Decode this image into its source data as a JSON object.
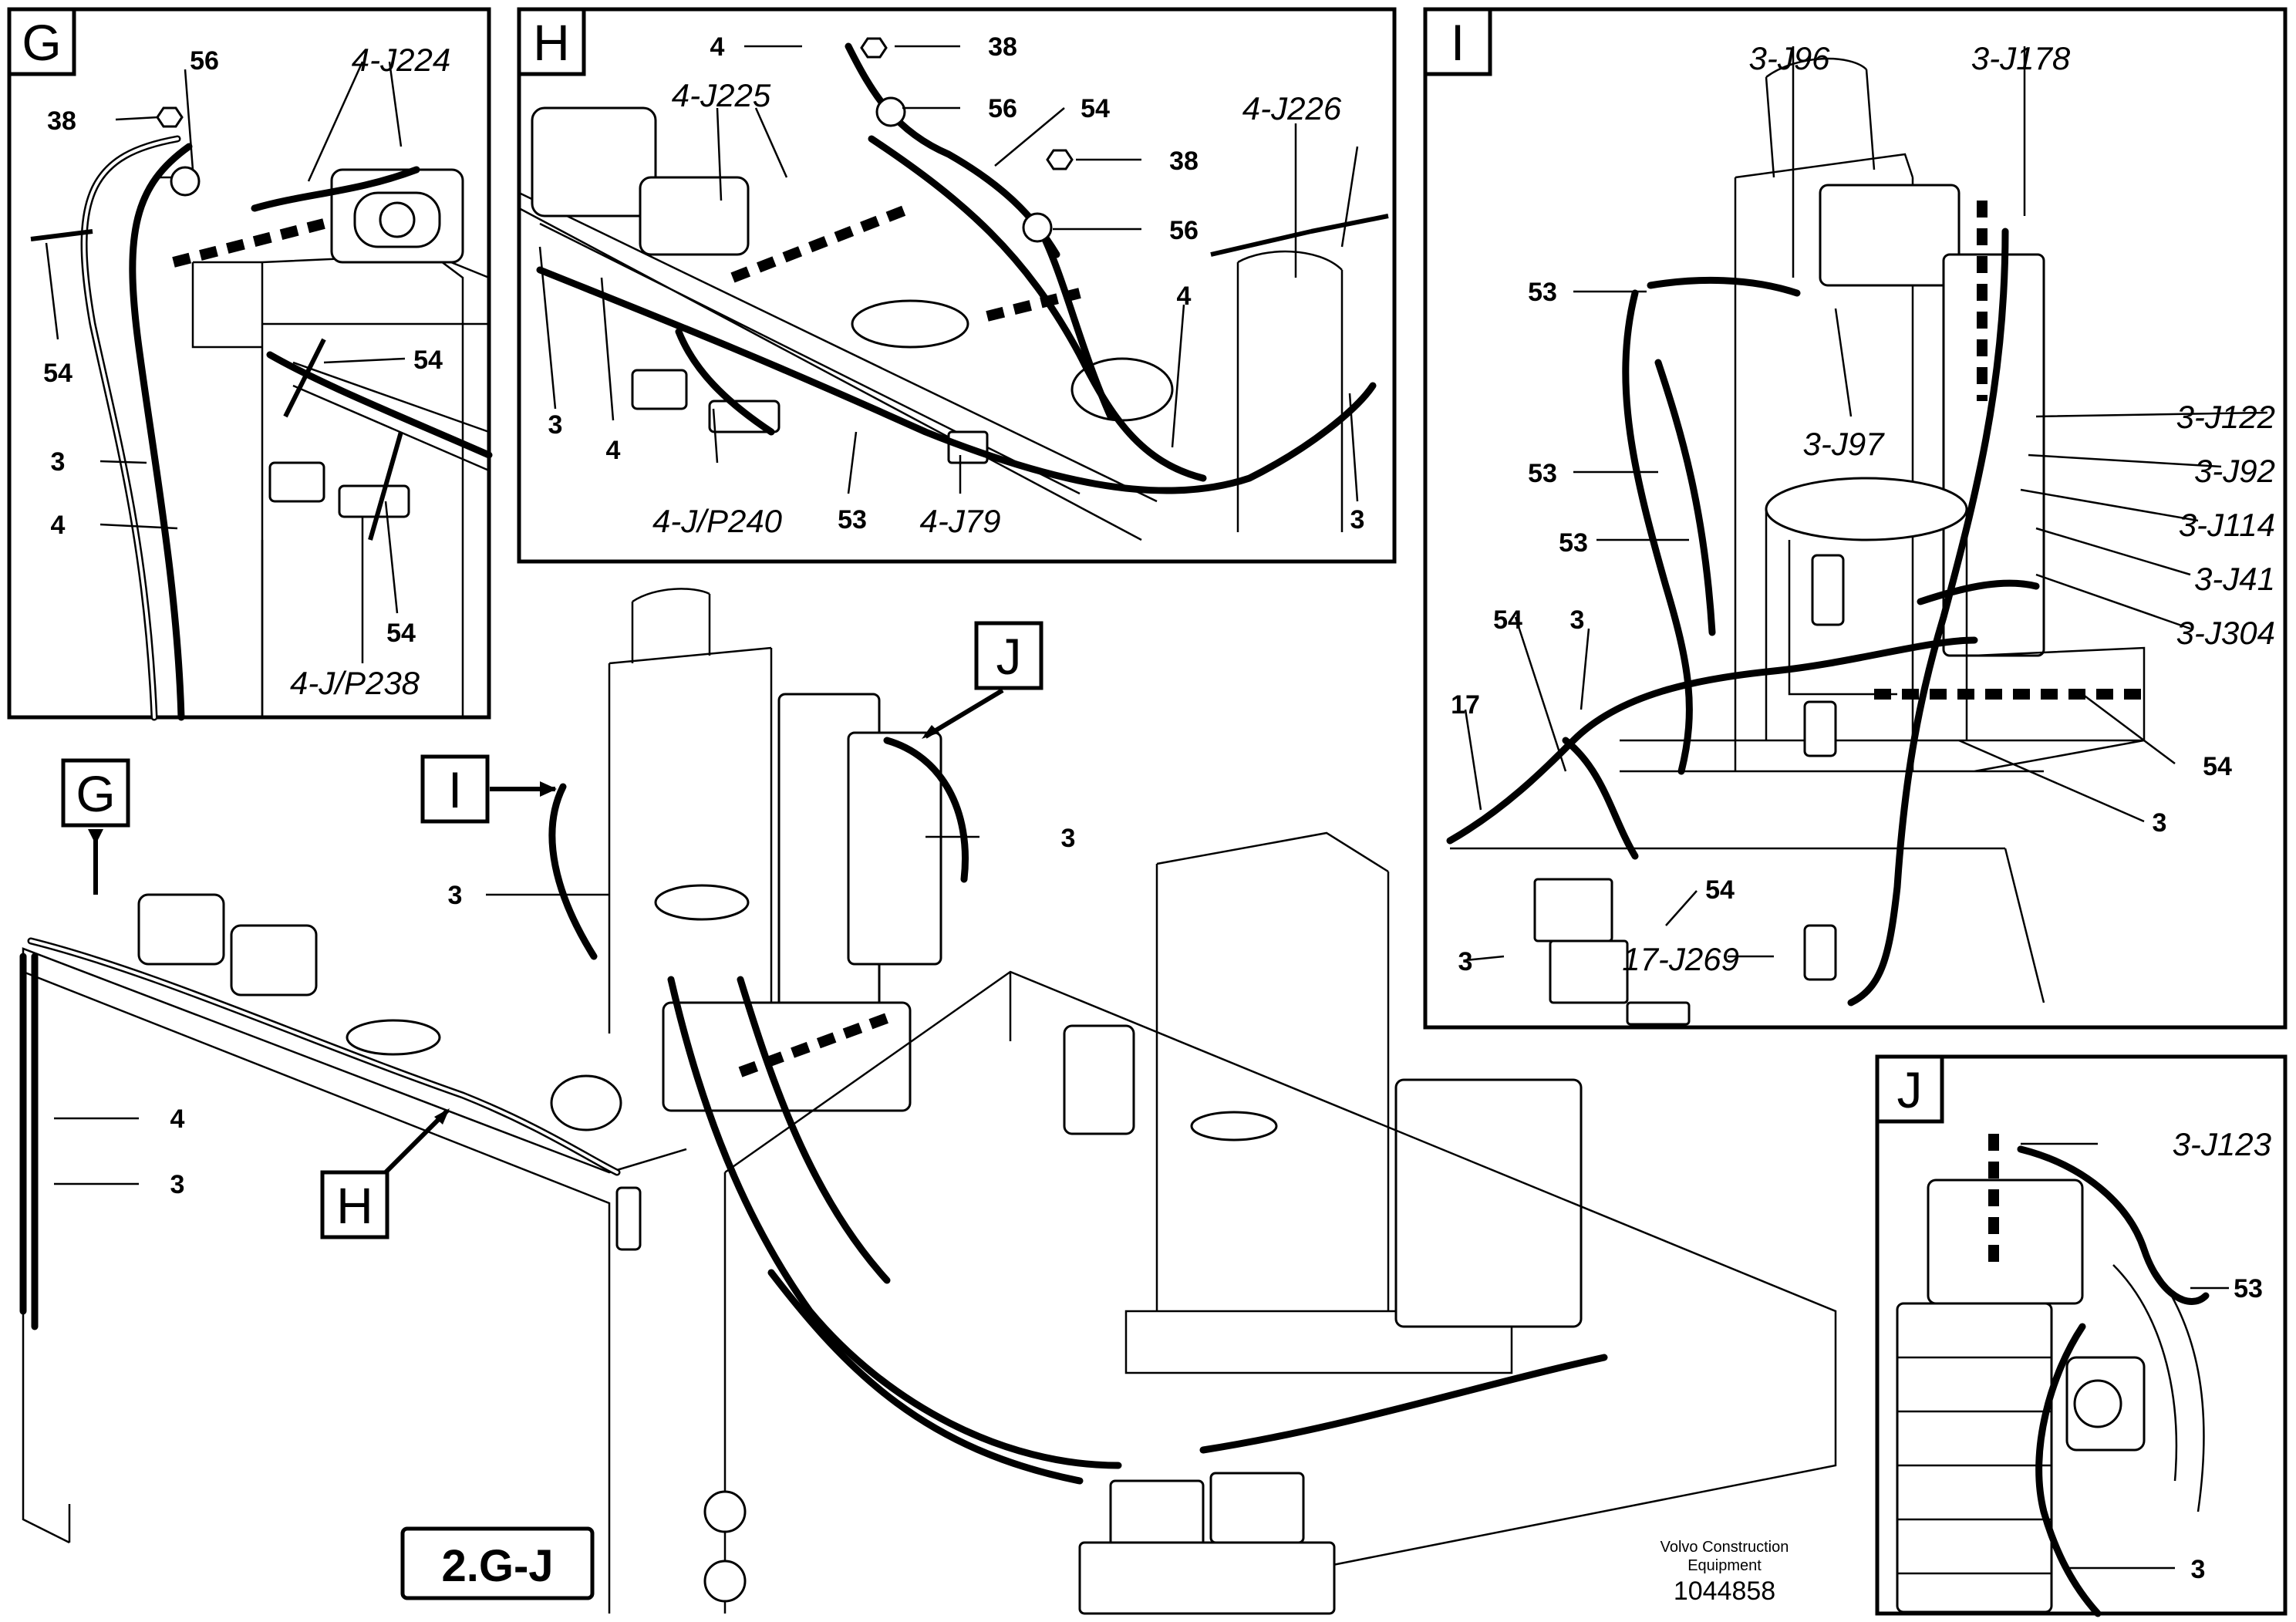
{
  "panels": {
    "G": {
      "letter": "G",
      "connectors": [
        "4-J224",
        "4-J/P238"
      ],
      "items": [
        "56",
        "38",
        "54",
        "54",
        "3",
        "4",
        "54"
      ]
    },
    "H": {
      "letter": "H",
      "connectors": [
        "4-J225",
        "4-J226",
        "4-J/P240",
        "4-J79"
      ],
      "items": [
        "4",
        "38",
        "56",
        "54",
        "38",
        "56",
        "4",
        "3",
        "4",
        "53",
        "3"
      ]
    },
    "I": {
      "letter": "I",
      "connectors": [
        "3-J96",
        "3-J178",
        "3-J97",
        "3-J122",
        "3-J92",
        "3-J114",
        "3-J41",
        "3-J304",
        "17-J269"
      ],
      "items": [
        "53",
        "53",
        "53",
        "54",
        "3",
        "17",
        "54",
        "3",
        "54",
        "3"
      ]
    },
    "J": {
      "letter": "J",
      "connectors": [
        "3-J123"
      ],
      "items": [
        "53",
        "3"
      ]
    }
  },
  "overview": {
    "callouts": [
      "G",
      "H",
      "I",
      "J"
    ],
    "items": [
      "3",
      "3",
      "4",
      "3"
    ]
  },
  "figure_label": "2.G-J",
  "footer": {
    "brand_line1": "Volvo Construction",
    "brand_line2": "Equipment",
    "doc_number": "1044858"
  }
}
